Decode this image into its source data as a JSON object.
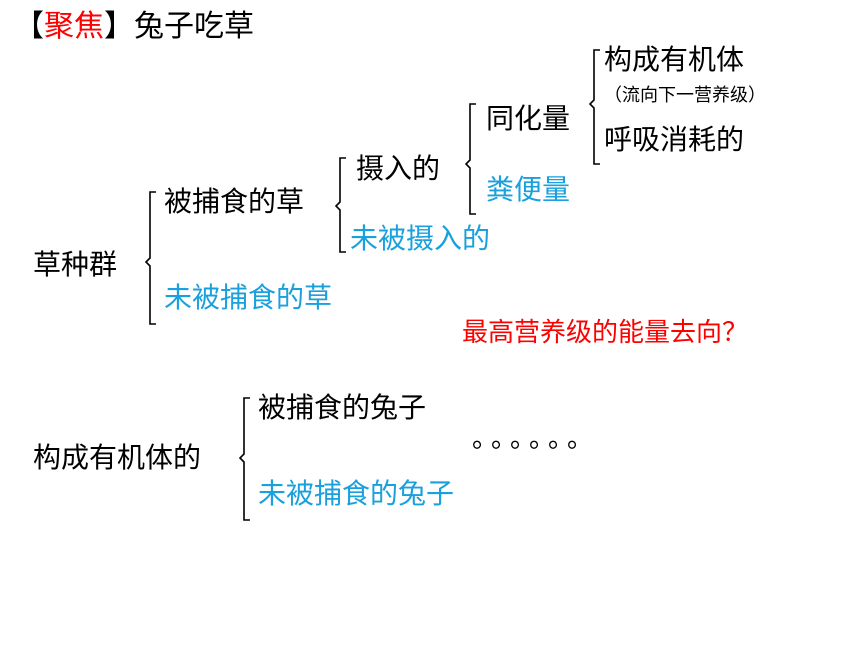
{
  "title": {
    "bracket_open": "【",
    "keyword": "聚焦",
    "bracket_close": "】",
    "topic": "兔子吃草"
  },
  "tree": {
    "root": "草种群",
    "eaten_grass": "被捕食的草",
    "not_eaten_grass": "未被捕食的草",
    "ingested": "摄入的",
    "not_ingested": "未被摄入的",
    "assimilated": "同化量",
    "feces": "粪便量",
    "organic_matter": "构成有机体",
    "flow_note": "（流向下一营养级）",
    "respiration": "呼吸消耗的"
  },
  "question": "最高营养级的能量去向？",
  "rabbit": {
    "root": "构成有机体的",
    "eaten": "被捕食的兔子",
    "not_eaten": "未被捕食的兔子",
    "ellipsis": "。。。。。。"
  },
  "colors": {
    "text": "#000000",
    "highlight_blue": "#1aa0dc",
    "highlight_red": "#ff0000"
  }
}
